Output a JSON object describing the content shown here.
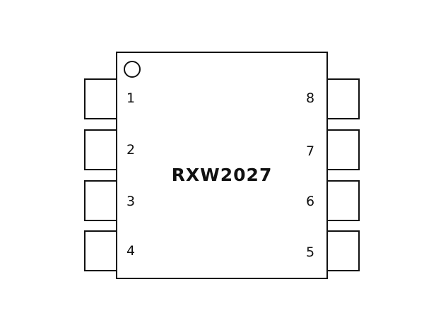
{
  "chip": {
    "label": "RXW2027",
    "stroke_color": "#111111",
    "fill_color": "#ffffff"
  },
  "pins": {
    "left": [
      "1",
      "2",
      "3",
      "4"
    ],
    "right": [
      "8",
      "7",
      "6",
      "5"
    ]
  },
  "pin1_marker": "circle-marker"
}
